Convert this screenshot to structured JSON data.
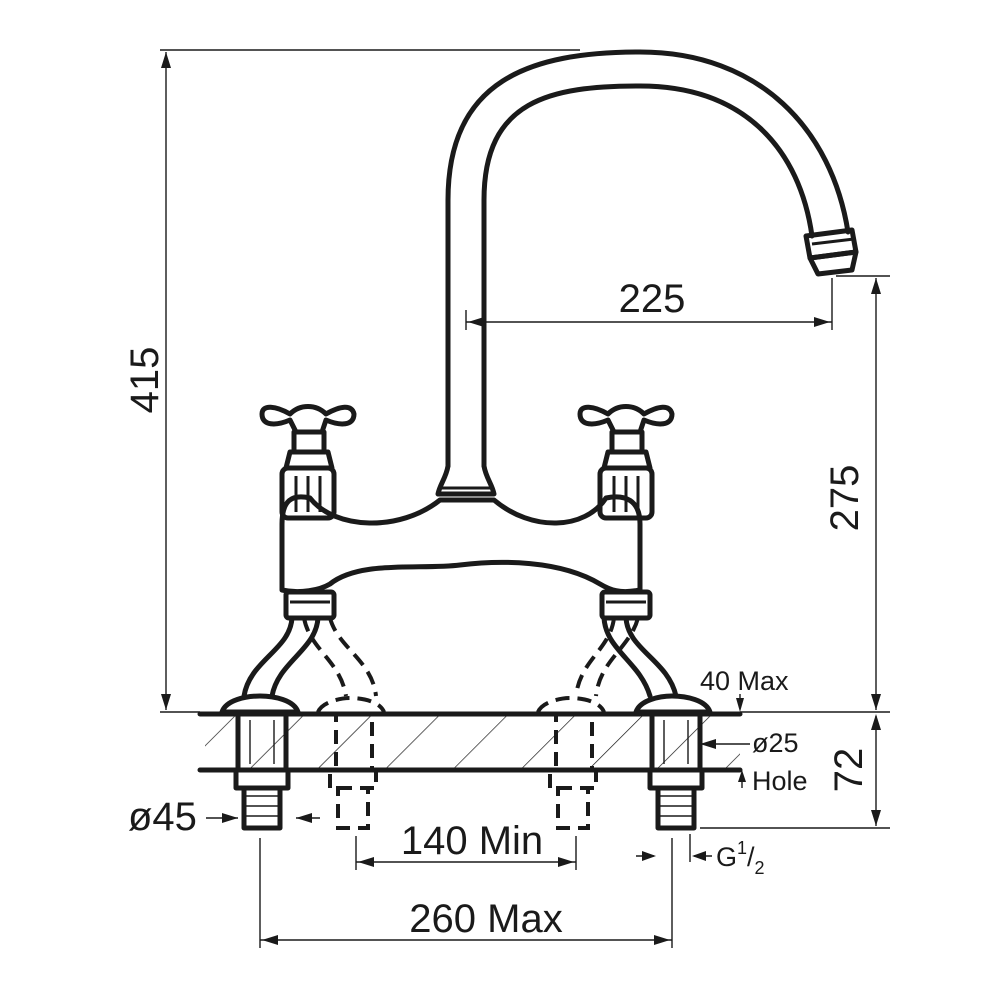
{
  "dimensions": {
    "overall_height": "415",
    "spout_reach": "225",
    "spout_height": "275",
    "deck_thickness_max": "40 Max",
    "hole_diameter": "ø25",
    "hole_label": "Hole",
    "body_height": "72",
    "flange_diameter": "ø45",
    "centres_min": "140 Min",
    "centres_max": "260 Max",
    "thread_main": "G",
    "thread_fraction_num": "1",
    "thread_fraction_den": "2"
  }
}
